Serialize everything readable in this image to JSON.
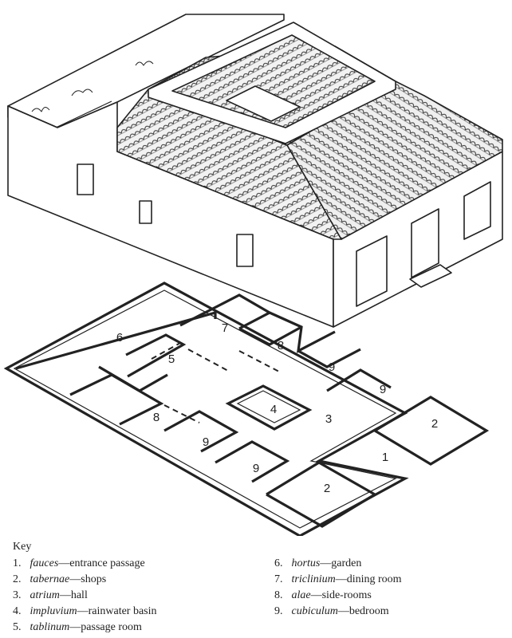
{
  "plan_labels": [
    {
      "id": "6",
      "text": "6"
    },
    {
      "id": "7",
      "text": "7"
    },
    {
      "id": "5",
      "text": "5"
    },
    {
      "id": "8a",
      "text": "8"
    },
    {
      "id": "9a",
      "text": "9"
    },
    {
      "id": "9b",
      "text": "9"
    },
    {
      "id": "4",
      "text": "4"
    },
    {
      "id": "3",
      "text": "3"
    },
    {
      "id": "2a",
      "text": "2"
    },
    {
      "id": "8b",
      "text": "8"
    },
    {
      "id": "9c",
      "text": "9"
    },
    {
      "id": "9d",
      "text": "9"
    },
    {
      "id": "1",
      "text": "1"
    },
    {
      "id": "2b",
      "text": "2"
    }
  ],
  "key": {
    "title": "Key",
    "items": [
      {
        "num": "1.",
        "term": "fauces",
        "meaning": "—entrance passage"
      },
      {
        "num": "2.",
        "term": "tabernae",
        "meaning": "—shops"
      },
      {
        "num": "3.",
        "term": "atrium",
        "meaning": "—hall"
      },
      {
        "num": "4.",
        "term": "impluvium",
        "meaning": "—rainwater basin"
      },
      {
        "num": "5.",
        "term": "tablinum",
        "meaning": "—passage room"
      },
      {
        "num": "6.",
        "term": "hortus",
        "meaning": "—garden"
      },
      {
        "num": "7.",
        "term": "triclinium",
        "meaning": "—dining room"
      },
      {
        "num": "8.",
        "term": "alae",
        "meaning": "—side-rooms"
      },
      {
        "num": "9.",
        "term": "cubiculum",
        "meaning": "—bedroom"
      }
    ]
  }
}
